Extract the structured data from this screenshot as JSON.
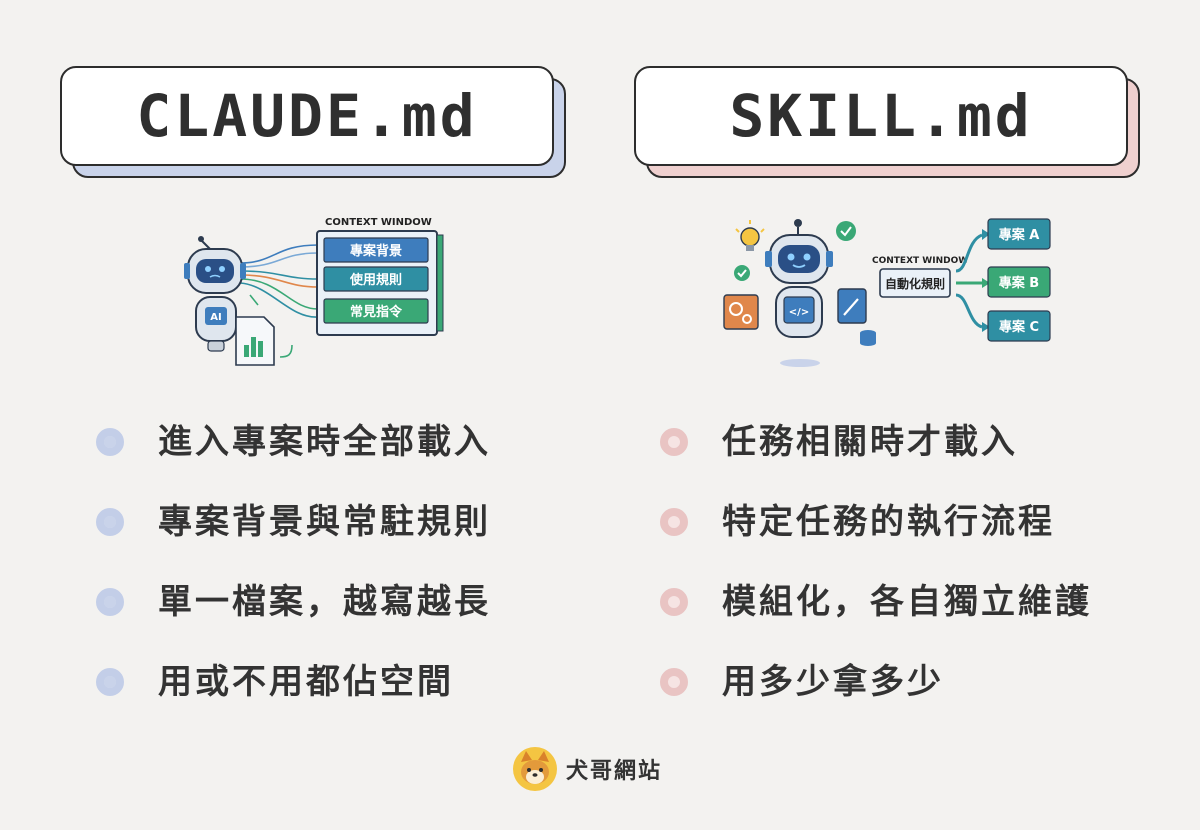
{
  "left": {
    "title": "CLAUDE.md",
    "illustration": {
      "panel_title": "CONTEXT WINDOW",
      "items": [
        "專案背景",
        "使用規則",
        "常見指令"
      ],
      "robot_badge": "AI"
    },
    "bullets": [
      "進入專案時全部載入",
      "專案背景與常駐規則",
      "單一檔案，越寫越長",
      "用或不用都佔空間"
    ]
  },
  "right": {
    "title": "SKILL.md",
    "illustration": {
      "panel_title": "CONTEXT WINDOW",
      "rule_label": "自動化規則",
      "targets": [
        "專案 A",
        "專案 B",
        "專案 C"
      ],
      "screen_code": "</>"
    },
    "bullets": [
      "任務相關時才載入",
      "特定任務的執行流程",
      "模組化，各自獨立維護",
      "用多少拿多少"
    ]
  },
  "footer": {
    "brand": "犬哥網站",
    "logo_icon": "shiba-dog-icon"
  },
  "colors": {
    "left_accent": "#c9d3ea",
    "right_accent": "#efd0cf",
    "blue_item": "#3e7dbd",
    "green_item": "#3aa876",
    "teal_item": "#2f8fa3"
  }
}
